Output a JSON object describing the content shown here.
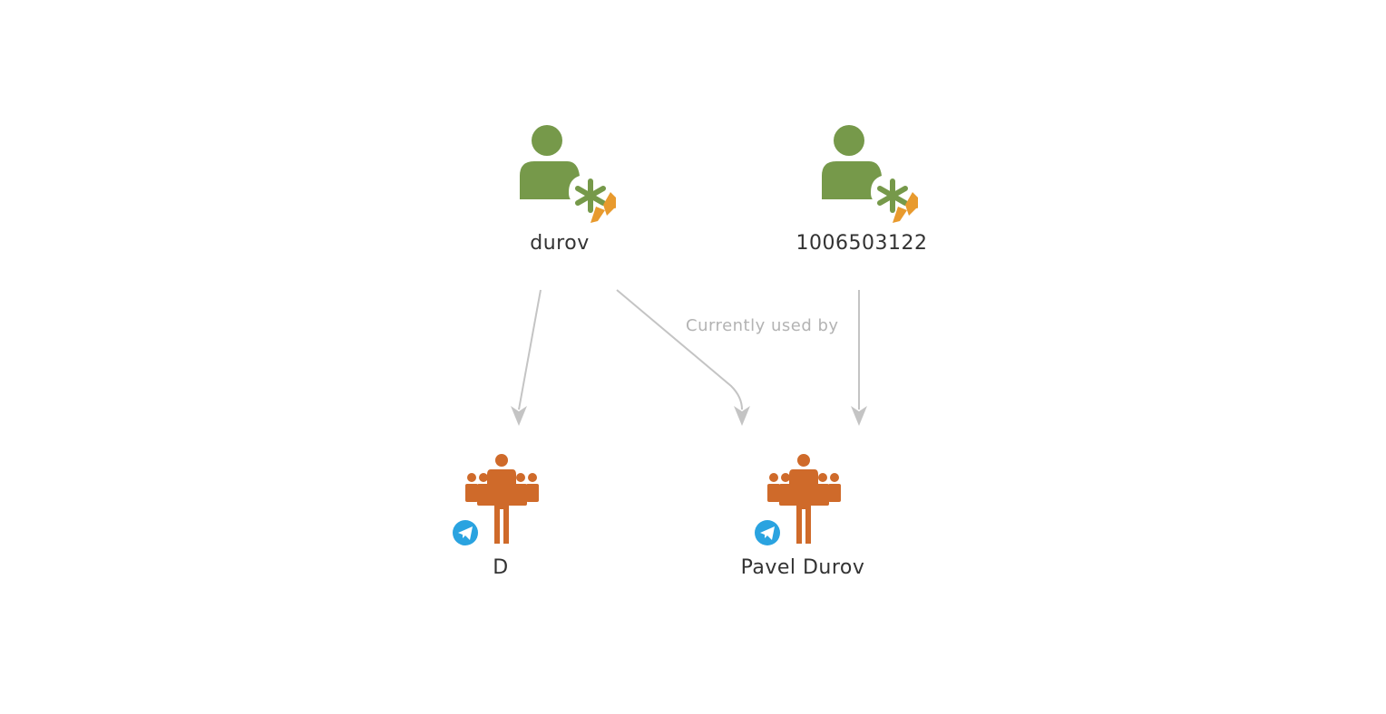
{
  "graph": {
    "nodes": [
      {
        "id": "n1",
        "label": "durov",
        "type": "account-identifier",
        "icon": "user-asterisk-pinned-icon"
      },
      {
        "id": "n2",
        "label": "1006503122",
        "type": "account-identifier",
        "icon": "user-asterisk-pinned-icon"
      },
      {
        "id": "n3",
        "label": "D",
        "type": "group",
        "icon": "people-group-icon",
        "badge": "telegram-icon"
      },
      {
        "id": "n4",
        "label": "Pavel Durov",
        "type": "group",
        "icon": "people-group-icon",
        "badge": "telegram-icon"
      }
    ],
    "edges": [
      {
        "from": "n1",
        "to": "n3",
        "label": ""
      },
      {
        "from": "n1",
        "to": "n4",
        "label": "Currently used by"
      },
      {
        "from": "n2",
        "to": "n4",
        "label": ""
      }
    ],
    "colors": {
      "identifier": "#76994a",
      "pin": "#e89a2e",
      "group": "#cf6a2a",
      "telegram": "#2aa3e0",
      "edge": "#c4c4c4",
      "edge_label": "#b3b3b3",
      "text": "#333333"
    }
  }
}
